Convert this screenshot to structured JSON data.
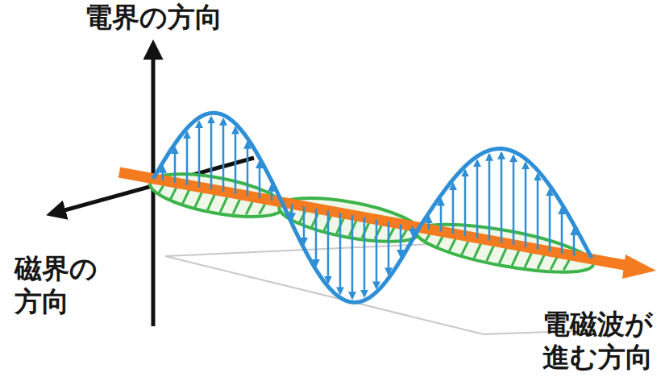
{
  "diagram": {
    "labels": [
      "電界の方向",
      "磁界の 方向",
      "電磁波が 進む方向"
    ]
  }
}
